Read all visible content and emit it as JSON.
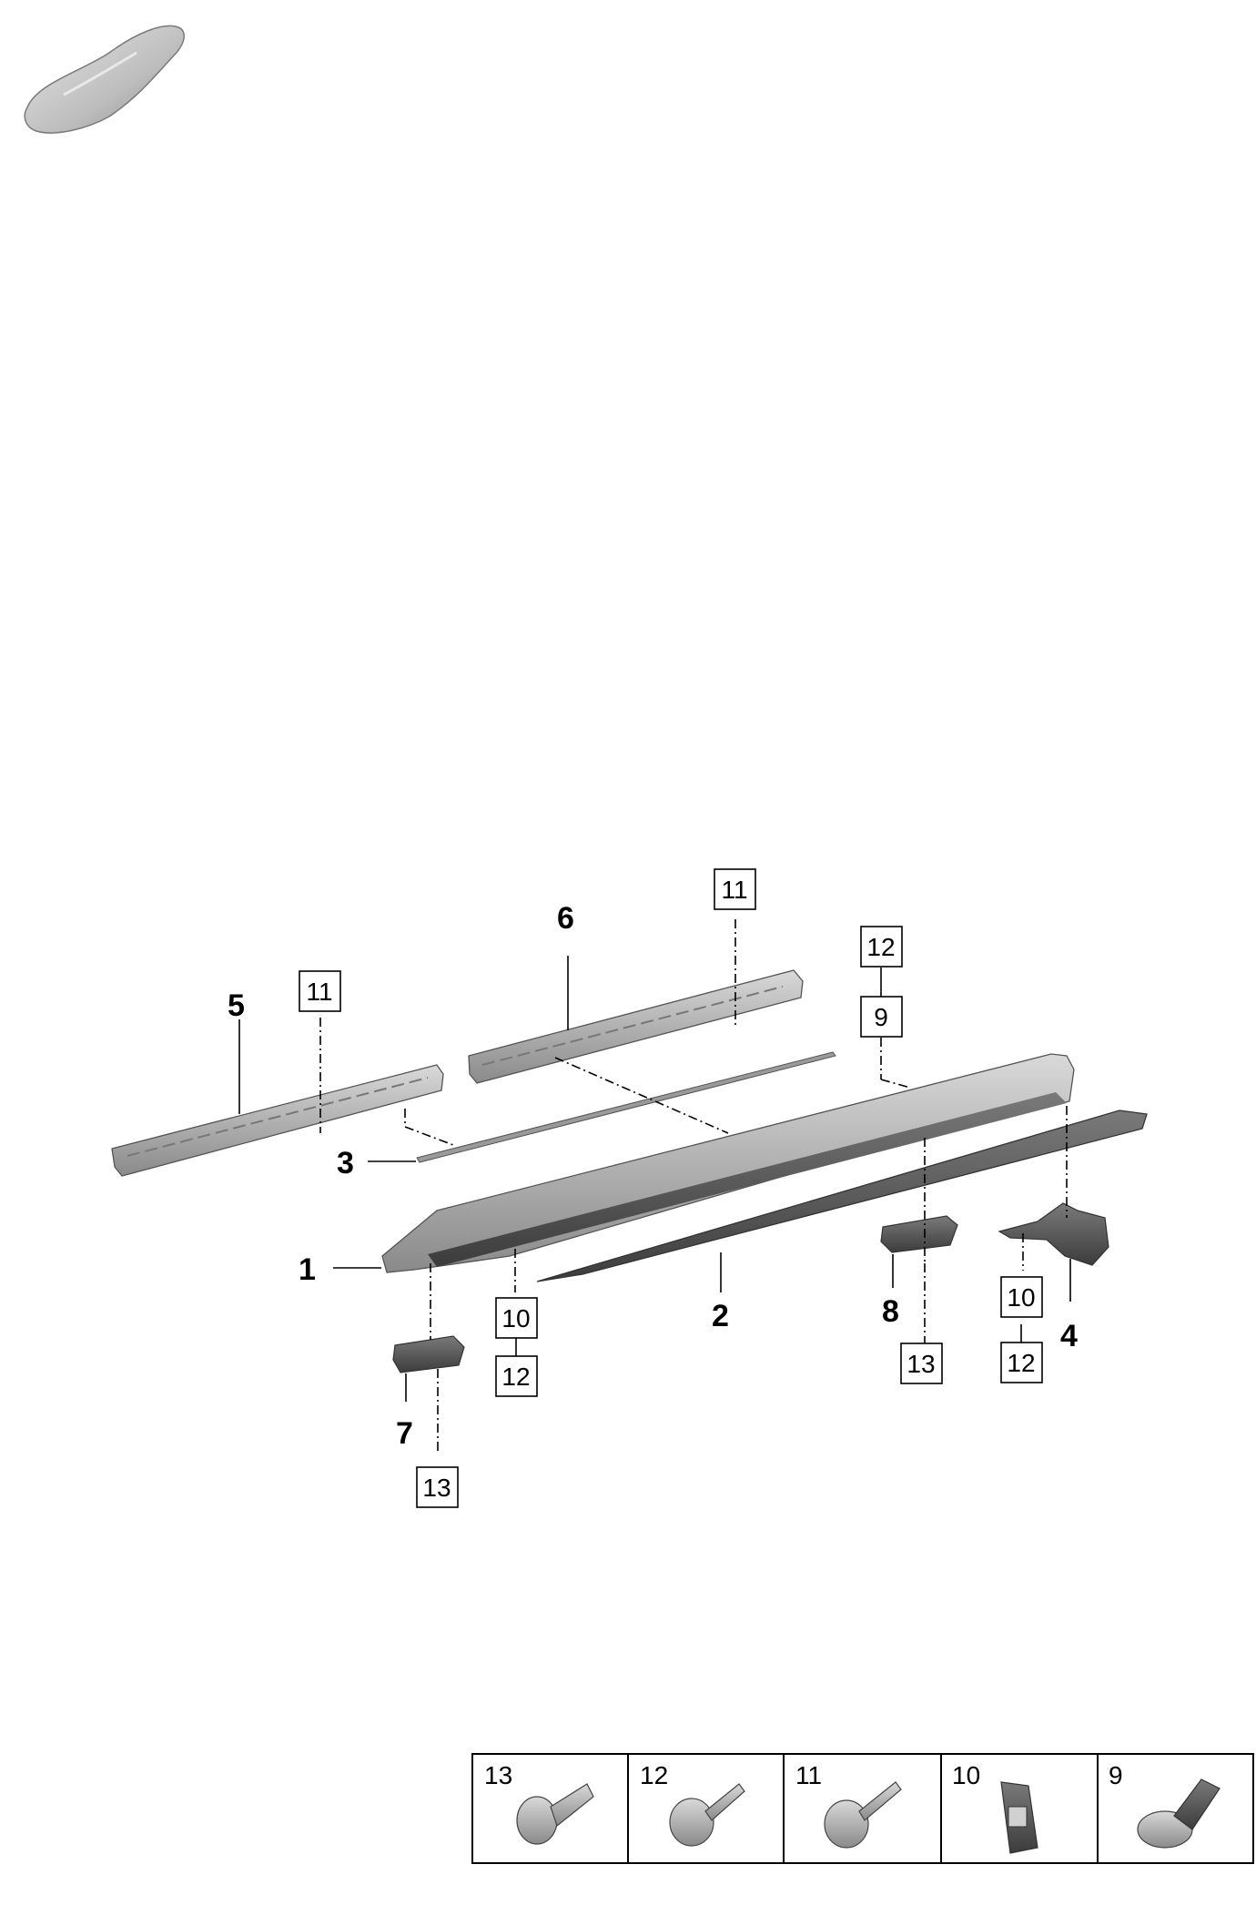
{
  "callouts": {
    "c1": "1",
    "c2": "2",
    "c3": "3",
    "c4": "4",
    "c5": "5",
    "c6": "6",
    "c7": "7",
    "c8": "8"
  },
  "boxed_refs": {
    "r11a": "11",
    "r11b": "11",
    "r12a": "12",
    "r9": "9",
    "r10a": "10",
    "r12b": "12",
    "r10b": "10",
    "r12c": "12",
    "r13a": "13",
    "r13b": "13"
  },
  "legend": {
    "cells": [
      {
        "num": "13",
        "icon": "torx-bolt-icon"
      },
      {
        "num": "12",
        "icon": "flange-screw-icon"
      },
      {
        "num": "11",
        "icon": "flange-screw-icon"
      },
      {
        "num": "10",
        "icon": "clip-nut-icon"
      },
      {
        "num": "9",
        "icon": "expansion-nut-icon"
      }
    ]
  },
  "colors": {
    "part_fill": "#bfbfbf",
    "part_dark": "#5a5a5a",
    "car_fill": "#cccccc"
  }
}
